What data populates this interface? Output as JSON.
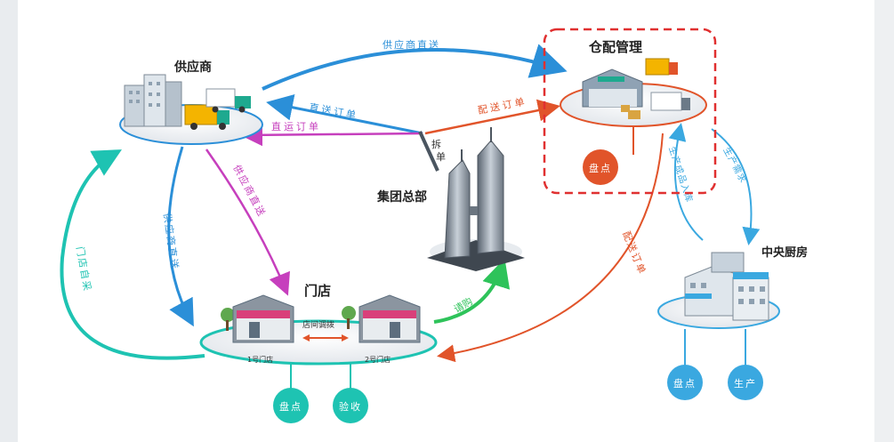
{
  "nodes": {
    "supplier": "供应商",
    "warehouse": "仓配管理",
    "headquarters": "集团总部",
    "store": "门店",
    "central_kitchen": "中央厨房",
    "store1": "1号门店",
    "store2": "2号门店",
    "transfer": "店间调拨"
  },
  "badges": {
    "warehouse_count": "盘点",
    "store_count": "盘点",
    "store_receive": "验收",
    "kitchen_count": "盘点",
    "kitchen_produce": "生产"
  },
  "edges": {
    "supplier_direct_top": "供应商直送",
    "direct_order_1": "直送订单",
    "direct_order_2": "直运订单",
    "split": "拆",
    "split2": "单",
    "dist_order_wh": "配送订单",
    "supplier_direct_pink": "供应商直送",
    "supplier_direct_blue": "供应商直送",
    "store_self": "门店自采",
    "purchase": "请购",
    "dist_order_store": "配送订单",
    "prod_finished": "生产成品入库",
    "prod_demand": "生产需求"
  },
  "colors": {
    "blue": "#2b8fd8",
    "red": "#e1542a",
    "magenta": "#c63fbd",
    "teal": "#1ec3b2",
    "green": "#2ec35a",
    "lightblue": "#3aa8e0",
    "dash": "#e03030"
  }
}
